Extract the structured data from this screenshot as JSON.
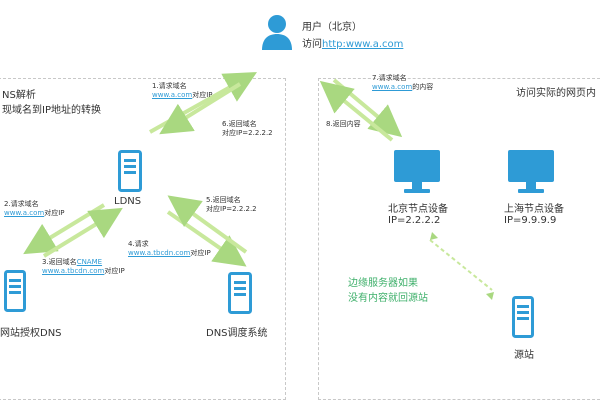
{
  "user": {
    "line1": "用户（北京）",
    "line2_prefix": "访问",
    "line2_link": "http:www.a.com"
  },
  "left_section": {
    "title_partial": "NS解析",
    "subtitle_partial": "现域名到IP地址的转换"
  },
  "right_section": {
    "title_partial": "访问实际的网页内"
  },
  "nodes": {
    "ldns": "LDNS",
    "auth_dns": "网站授权DNS",
    "dns_scheduler": "DNS调度系统",
    "beijing_node": "北京节点设备",
    "beijing_ip": "IP=2.2.2.2",
    "shanghai_node": "上海节点设备",
    "shanghai_ip": "IP=9.9.9.9",
    "origin": "源站"
  },
  "steps": {
    "s1_line1": "1.请求域名",
    "s1_link": "www.a.com",
    "s1_suffix": "对应IP",
    "s2_line1": "2.请求域名",
    "s2_link": "www.a.com",
    "s2_suffix": "对应IP",
    "s3_prefix": "3.返回域名",
    "s3_cname": "CNAME",
    "s3_link": "www.a.tbcdn.com",
    "s3_suffix": "对应IP",
    "s4_line1": "4.请求",
    "s4_link": "www.a.tbcdn.com",
    "s4_suffix": "对应IP",
    "s5_line1": "5.返回域名",
    "s5_line2": "对应IP=2.2.2.2",
    "s6_line1": "6.返回域名",
    "s6_line2": "对应IP=2.2.2.2",
    "s7_line1": "7.请求域名",
    "s7_link": "www.a.com",
    "s7_suffix": "的内容",
    "s8_line1": "8.返回内容"
  },
  "edge_note": {
    "line1": "边缘服务器如果",
    "line2": "没有内容就回源站"
  },
  "colors": {
    "blue": "#2e9bd6",
    "green": "#3fb06b",
    "arrow": "#c8e89c",
    "dashed_border": "#c8c8c8"
  }
}
